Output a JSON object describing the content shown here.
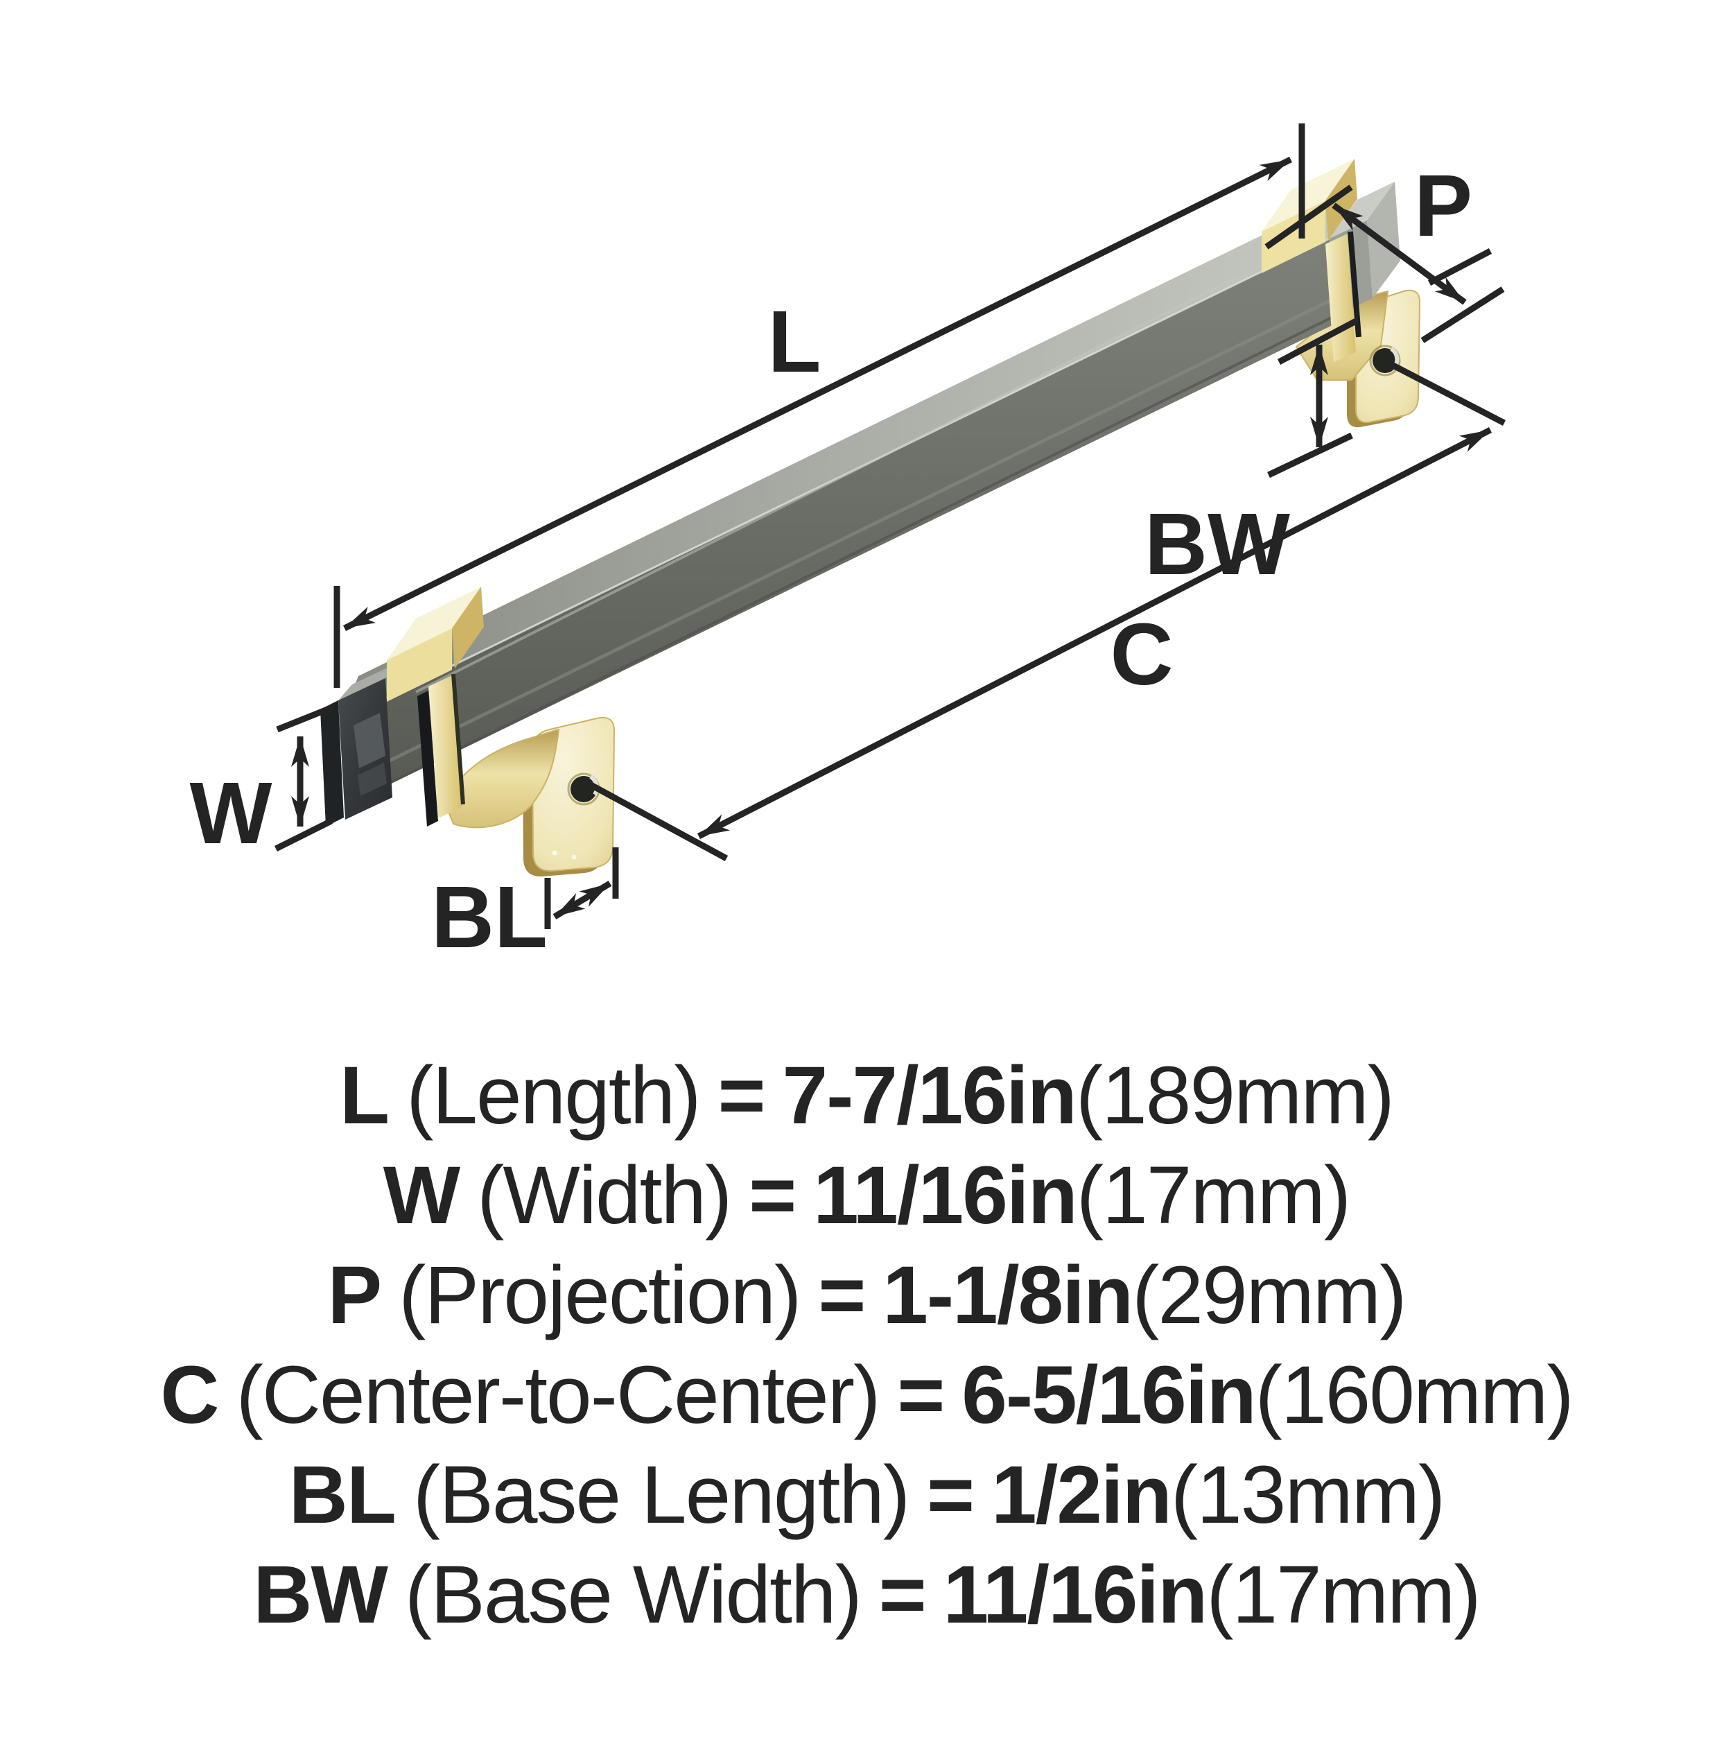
{
  "colors": {
    "background": "#ffffff",
    "annotation": "#242424",
    "brass_highlight": "#f7f3d6",
    "brass": "#e2d18c",
    "brass_shadow": "#a98f4a",
    "bar_top": "#b7bbb2",
    "bar_front": "#6f736b",
    "bar_dark_end": "#34383b",
    "bar_light_end": "#b2b6ae"
  },
  "diagram": {
    "labels": {
      "length": "L",
      "projection": "P",
      "base_width": "BW",
      "center_to_center": "C",
      "width": "W",
      "base_length": "BL"
    }
  },
  "specs": [
    {
      "label": "L",
      "name": "(Length)",
      "equals": "=",
      "value": "7-7/16in",
      "metric": "(189mm)"
    },
    {
      "label": "W",
      "name": "(Width)",
      "equals": "=",
      "value": "11/16in",
      "metric": "(17mm)"
    },
    {
      "label": "P",
      "name": "(Projection)",
      "equals": "=",
      "value": "1-1/8in",
      "metric": "(29mm)"
    },
    {
      "label": "C",
      "name": "(Center-to-Center)",
      "equals": "=",
      "value": "6-5/16in",
      "metric": "(160mm)"
    },
    {
      "label": "BL",
      "name": "(Base Length)",
      "equals": "=",
      "value": "1/2in",
      "metric": "(13mm)"
    },
    {
      "label": "BW",
      "name": "(Base Width)",
      "equals": "=",
      "value": "11/16in",
      "metric": "(17mm)"
    }
  ]
}
